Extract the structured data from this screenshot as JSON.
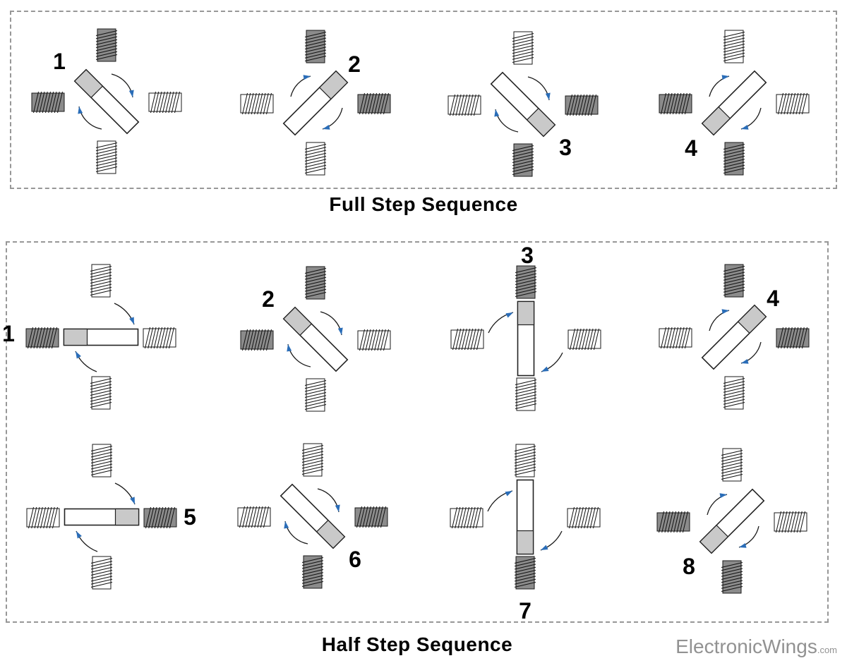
{
  "full_step": {
    "title": "Full Step Sequence",
    "steps": [
      {
        "label": "1",
        "rotor": "NW",
        "label_pos": "top-left",
        "coils": {
          "top": true,
          "left": true,
          "right": false,
          "bottom": false
        }
      },
      {
        "label": "2",
        "rotor": "NE",
        "label_pos": "top-right",
        "coils": {
          "top": true,
          "left": false,
          "right": true,
          "bottom": false
        }
      },
      {
        "label": "3",
        "rotor": "SE",
        "label_pos": "bottom-right",
        "coils": {
          "top": false,
          "left": false,
          "right": true,
          "bottom": true
        }
      },
      {
        "label": "4",
        "rotor": "SW",
        "label_pos": "bottom-left",
        "coils": {
          "top": false,
          "left": true,
          "right": false,
          "bottom": true
        }
      }
    ]
  },
  "half_step": {
    "title": "Half Step Sequence",
    "steps": [
      {
        "label": "1",
        "rotor": "W",
        "label_pos": "left",
        "coils": {
          "top": false,
          "left": true,
          "right": false,
          "bottom": false
        }
      },
      {
        "label": "2",
        "rotor": "NW",
        "label_pos": "top-left",
        "coils": {
          "top": true,
          "left": true,
          "right": false,
          "bottom": false
        }
      },
      {
        "label": "3",
        "rotor": "N",
        "label_pos": "top",
        "coils": {
          "top": true,
          "left": false,
          "right": false,
          "bottom": false
        }
      },
      {
        "label": "4",
        "rotor": "NE",
        "label_pos": "top-right",
        "coils": {
          "top": true,
          "left": false,
          "right": true,
          "bottom": false
        }
      },
      {
        "label": "5",
        "rotor": "E",
        "label_pos": "right",
        "coils": {
          "top": false,
          "left": false,
          "right": true,
          "bottom": false
        }
      },
      {
        "label": "6",
        "rotor": "SE",
        "label_pos": "bottom-right",
        "coils": {
          "top": false,
          "left": false,
          "right": true,
          "bottom": true
        }
      },
      {
        "label": "7",
        "rotor": "S",
        "label_pos": "bottom",
        "coils": {
          "top": false,
          "left": false,
          "right": false,
          "bottom": true
        }
      },
      {
        "label": "8",
        "rotor": "SW",
        "label_pos": "bottom-left",
        "coils": {
          "top": false,
          "left": true,
          "right": false,
          "bottom": true
        }
      }
    ]
  },
  "watermark": {
    "name": "ElectronicWings",
    "tld": ".com"
  },
  "colors": {
    "active_coil": "#8b8b8b",
    "inactive_coil": "#ffffff",
    "coil_outline": "#1a1a1a",
    "winding_line": "#111111",
    "rotor_body": "#ffffff",
    "rotor_head": "#c9c9c9",
    "rotor_outline": "#222222",
    "arrow_line": "#1a1a1a",
    "arrowhead": "#2a6db8",
    "label_color": "#000000",
    "dash_border": "#979797",
    "watermark_color": "#929292"
  }
}
